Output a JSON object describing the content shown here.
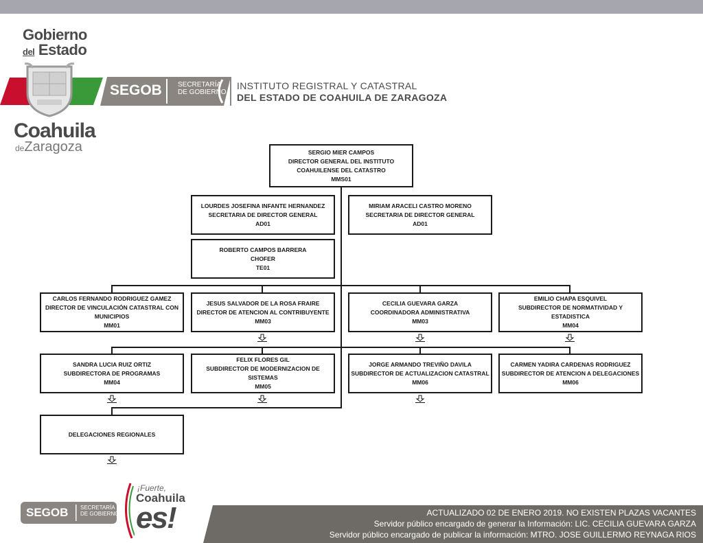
{
  "header": {
    "gobierno": "Gobierno",
    "del": "del",
    "estado": "Estado",
    "coahuila": "Coahuila",
    "de": "de",
    "zaragoza": "Zaragoza",
    "segob": "SEGOB",
    "secretaria_line1": "SECRETARÍA",
    "secretaria_line2": "DE GOBIERNO",
    "institute_line1": "INSTITUTO REGISTRAL Y CATASTRAL",
    "institute_line2": "DEL ESTADO DE COAHUILA DE ZARAGOZA"
  },
  "org": {
    "director": {
      "name": "SERGIO MIER CAMPOS",
      "title1": "DIRECTOR GENERAL DEL INSTITUTO",
      "title2": "COAHUILENSE DEL CATASTRO",
      "code": "MMS01"
    },
    "sec1": {
      "name": "LOURDES JOSEFINA INFANTE HERNANDEZ",
      "title": "SECRETARIA  DE DIRECTOR GENERAL",
      "code": "AD01"
    },
    "sec2": {
      "name": "MIRIAM ARACELI CASTRO MORENO",
      "title": "SECRETARIA  DE DIRECTOR GENERAL",
      "code": "AD01"
    },
    "chofer": {
      "name": "ROBERTO CAMPOS BARRERA",
      "title": "CHOFER",
      "code": "TE01"
    },
    "row1": [
      {
        "name": "CARLOS FERNANDO RODRIGUEZ GAMEZ",
        "title1": "DIRECTOR DE VINCULACIÓN CATASTRAL CON",
        "title2": "MUNICIPIOS",
        "code": "MM01"
      },
      {
        "name": "JESUS SALVADOR DE LA ROSA FRAIRE",
        "title1": "DIRECTOR DE ATENCION AL CONTRIBUYENTE",
        "title2": "",
        "code": "MM03"
      },
      {
        "name": "CECILIA GUEVARA GARZA",
        "title1": "COORDINADORA ADMINISTRATIVA",
        "title2": "",
        "code": "MM03"
      },
      {
        "name": "EMILIO CHAPA ESQUIVEL",
        "title1": "SUBDIRECTOR DE NORMATIVIDAD Y",
        "title2": "ESTADISTICA",
        "code": "MM04"
      }
    ],
    "row2": [
      {
        "name": "SANDRA LUCIA RUIZ ORTIZ",
        "title": "SUBDIRECTORA DE PROGRAMAS",
        "code": "MM04"
      },
      {
        "name": "FELIX FLORES GIL",
        "title": "SUBDIRECTOR DE MODERNIZACION DE SISTEMAS",
        "code": "MM05"
      },
      {
        "name": "JORGE ARMANDO TREVIÑO DAVILA",
        "title": "SUBDIRECTOR DE ACTUALIZACION CATASTRAL",
        "code": "MM06"
      },
      {
        "name": "CARMEN YADIRA CARDENAS RODRIGUEZ",
        "title": "SUBDIRECTOR DE ATENCION A DELEGACIONES",
        "code": "MM06"
      }
    ],
    "delegaciones": "DELEGACIONES REGIONALES"
  },
  "footer": {
    "segob": "SEGOB",
    "secretaria_line1": "SECRETARÍA",
    "secretaria_line2": "DE GOBIERNO",
    "fuerte": "¡Fuerte,",
    "coahuila": "Coahuila",
    "es": "es!",
    "line1": "ACTUALIZADO  02 DE ENERO 2019.  NO EXISTEN PLAZAS VACANTES",
    "line2": "Servidor público encargado de generar la Información: LIC. CECILIA GUEVARA GARZA",
    "line3": "Servidor público encargado de publicar la información: MTRO. JOSE GUILLERMO REYNAGA RIOS"
  },
  "colors": {
    "red": "#c8102e",
    "green": "#3a9a3a",
    "gray_band": "#6e6a66",
    "segob_band": "#8a8580"
  }
}
